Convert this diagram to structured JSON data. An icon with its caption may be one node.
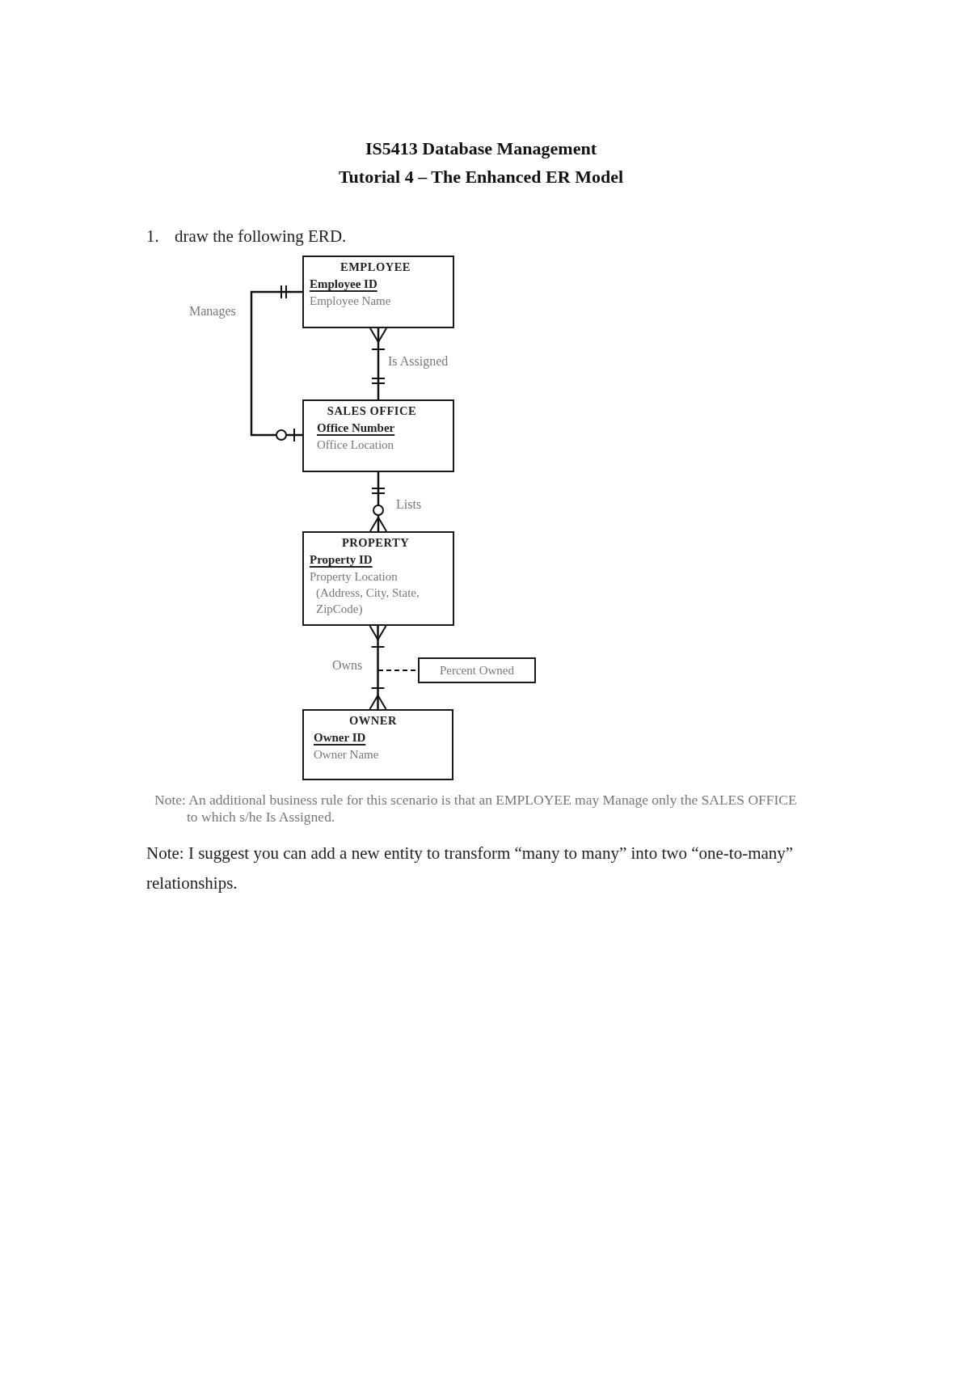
{
  "diagram": {
    "title": "IS5413 Database Management",
    "nodes": [
      {
        "text": [
          "EMPLOYEE",
          "Employee ID",
          "Employee Name"
        ]
      },
      {
        "text": [
          "SALES OFFICE",
          "Office Number",
          "Office Location"
        ]
      },
      {
        "text": [
          "PROPERTY",
          "Property ID",
          "Property Location",
          "(Address, City, State, ZipCode)"
        ]
      },
      {
        "text": [
          "OWNER",
          "Owner ID",
          "Owner Name"
        ]
      },
      {
        "text": [
          "Percent Owned"
        ]
      }
    ],
    "edges": [
      {
        "from": 0,
        "to": 1,
        "arrow": "other",
        "label": "Manages"
      },
      {
        "from": 0,
        "to": 1,
        "arrow": "other",
        "label": "Is Assigned"
      },
      {
        "from": 1,
        "to": 2,
        "arrow": "other",
        "label": "Lists"
      },
      {
        "from": 2,
        "to": 3,
        "arrow": "other",
        "label": "Owns"
      },
      {
        "from": null,
        "to": 4,
        "arrow": "none",
        "style": "dashed"
      }
    ],
    "labels": [
      "Tutorial 4 – The Enhanced ER Model",
      "1.",
      "draw the following ERD.",
      "Note: An additional business rule for this scenario is that an EMPLOYEE may Manage only the SALES OFFICE to which s/he Is Assigned.",
      "Note: I suggest you can add a new entity to transform “many to many” into two “one-to-many” relationships."
    ]
  }
}
